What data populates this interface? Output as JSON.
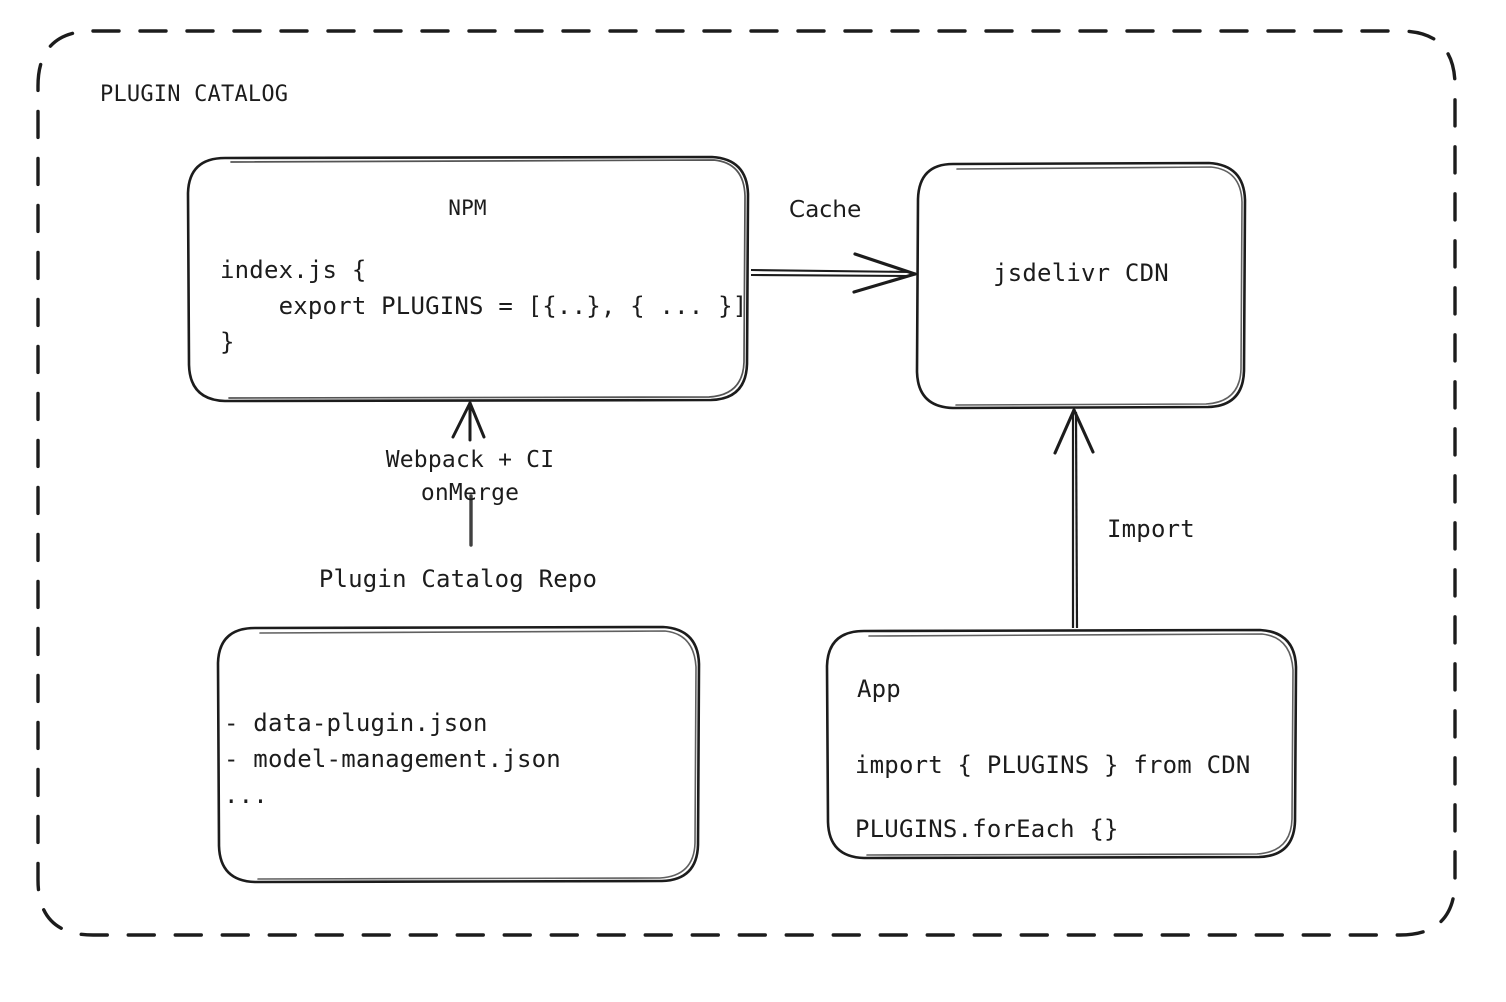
{
  "frame": {
    "title": "PLUGIN CATALOG",
    "style": "dashed-rounded-border"
  },
  "colors": {
    "background": "#ffffff",
    "stroke": "#1c1c1c",
    "text": "#1c1c1c"
  },
  "nodes": {
    "npm": {
      "title": "NPM",
      "code_lines": [
        "index.js {",
        "    export PLUGINS = [{..}, { ... }]",
        "}"
      ]
    },
    "cdn": {
      "label": "jsdelivr CDN"
    },
    "repo": {
      "label": "Plugin Catalog Repo",
      "items": [
        "- data-plugin.json",
        "- model-management.json",
        "..."
      ]
    },
    "app": {
      "title": "App",
      "code_lines": [
        "import { PLUGINS } from CDN",
        "PLUGINS.forEach {}"
      ]
    }
  },
  "edges": {
    "cache": {
      "label": "Cache",
      "from": "npm",
      "to": "cdn",
      "direction": "right"
    },
    "build": {
      "label_line1": "Webpack + CI",
      "label_line2": "onMerge",
      "from": "repo",
      "to": "npm",
      "direction": "up"
    },
    "import": {
      "label": "Import",
      "from": "app",
      "to": "cdn",
      "direction": "up"
    }
  }
}
